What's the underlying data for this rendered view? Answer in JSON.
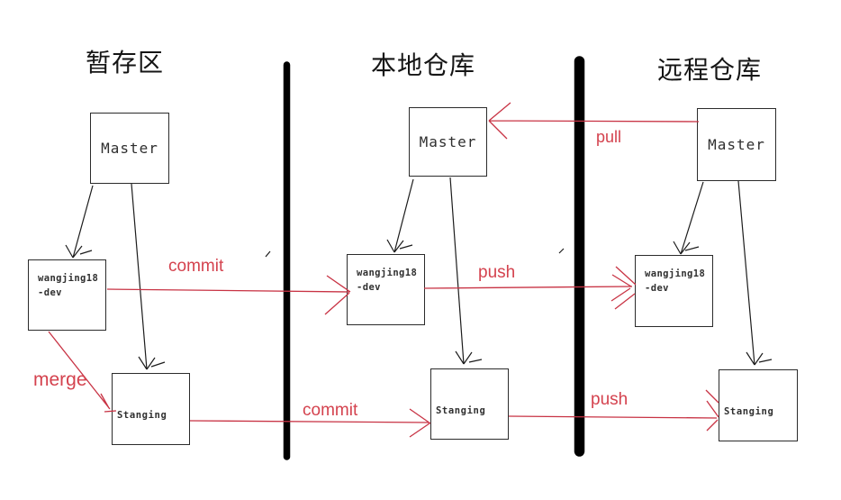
{
  "columns": [
    {
      "title": "暂存区",
      "boxes": {
        "master": "Master",
        "dev_line1": "wangjing18",
        "dev_line2": "-dev",
        "stanging": "Stanging"
      }
    },
    {
      "title": "本地仓库",
      "boxes": {
        "master": "Master",
        "dev_line1": "wangjing18",
        "dev_line2": "-dev",
        "stanging": "Stanging"
      }
    },
    {
      "title": "远程仓库",
      "boxes": {
        "master": "Master",
        "dev_line1": "wangjing18",
        "dev_line2": "-dev",
        "stanging": "Stanging"
      }
    }
  ],
  "arrow_labels": {
    "commit_top": "commit",
    "commit_bottom": "commit",
    "merge": "merge",
    "push_top": "push",
    "push_bottom": "push",
    "pull": "pull"
  },
  "colors": {
    "red_line": "#c83344",
    "red_label": "#d4424e",
    "black_line": "#1c1c1c",
    "divider": "#000000"
  }
}
